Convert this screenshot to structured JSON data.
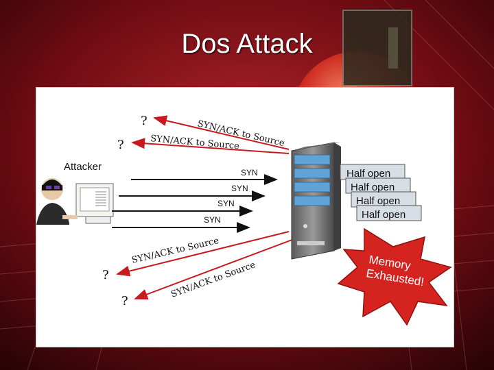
{
  "slide": {
    "title": "Dos Attack"
  },
  "diagram": {
    "attacker_label": "Attacker",
    "syn_labels": [
      "SYN",
      "SYN",
      "SYN",
      "SYN"
    ],
    "synack_labels": [
      "SYN/ACK to Source",
      "SYN/ACK to Source",
      "SYN/ACK to Source",
      "SYN/ACK to Source"
    ],
    "question_marks": [
      "?",
      "?",
      "?",
      "?"
    ],
    "half_open_labels": [
      "Half open",
      "Half open",
      "Half open",
      "Half open"
    ],
    "burst_line1": "Memory",
    "burst_line2": "Exhausted!"
  },
  "colors": {
    "arrow_red": "#c8191e",
    "arrow_black": "#111111",
    "burst_red": "#d5231f",
    "half_open_bg": "#d7dde4"
  }
}
